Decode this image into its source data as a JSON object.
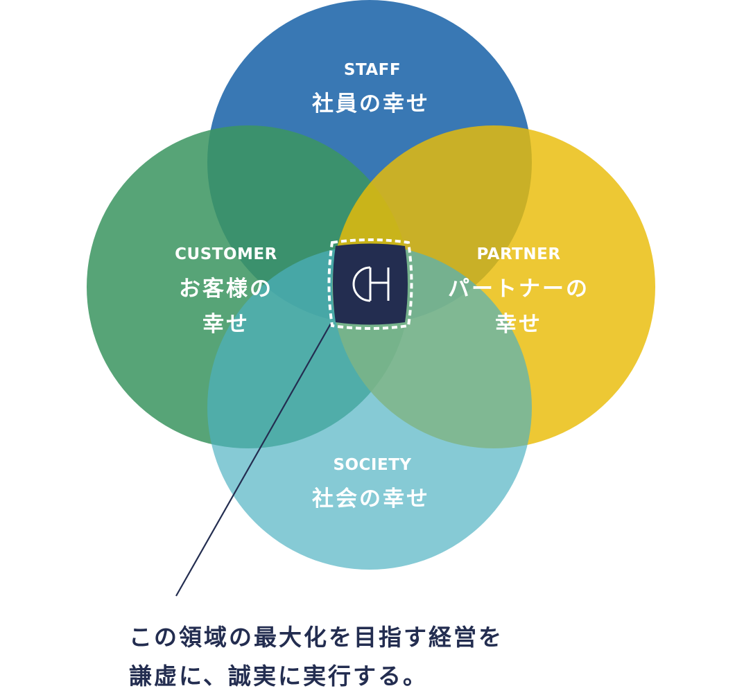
{
  "circles": {
    "staff": {
      "en": "STAFF",
      "jp": [
        "社員の幸せ"
      ],
      "color": "#3575b3"
    },
    "customer": {
      "en": "CUSTOMER",
      "jp": [
        "お客様の",
        "幸せ"
      ],
      "color": "#3b9561"
    },
    "partner": {
      "en": "PARTNER",
      "jp": [
        "パートナーの",
        "幸せ"
      ],
      "color": "#e9bc07"
    },
    "society": {
      "en": "SOCIETY",
      "jp": [
        "社会の幸せ"
      ],
      "color": "#4cb1c1"
    }
  },
  "center": {
    "logo_icon": "cf-monogram-logo",
    "fill_color": "#232d50",
    "border_color": "#ffffff"
  },
  "caption": {
    "lines": [
      "この領域の最大化を目指す経営を",
      "謙虚に、誠実に実行する。"
    ],
    "color": "#232d50"
  }
}
